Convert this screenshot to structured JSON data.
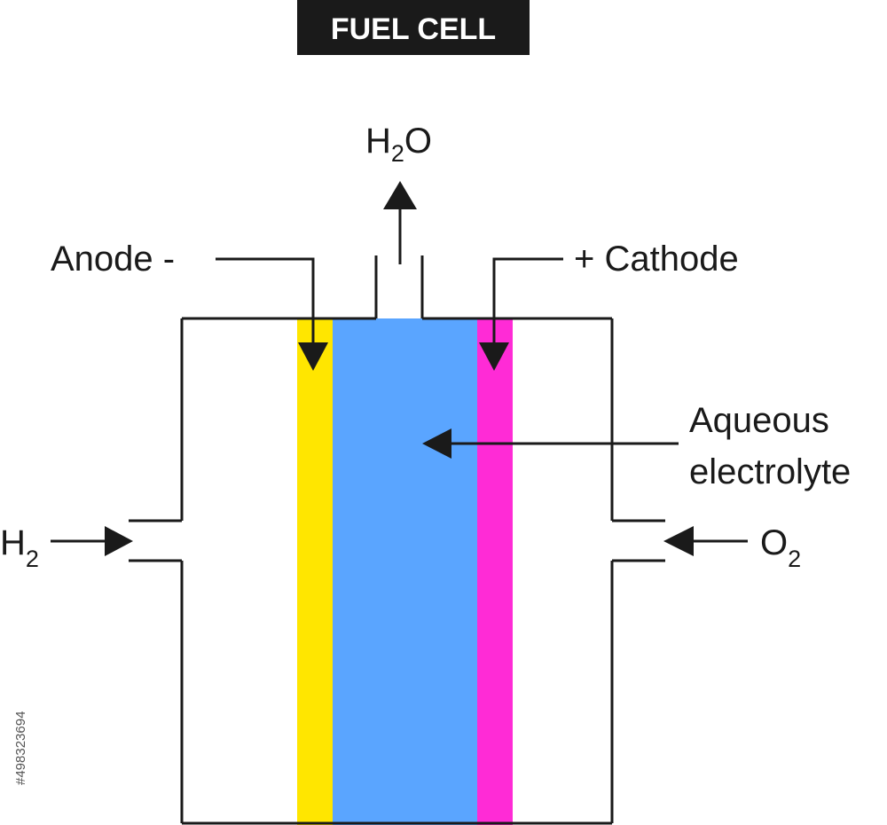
{
  "title": "FUEL CELL",
  "labels": {
    "product_main": "H",
    "product_sub": "2",
    "product_tail": "O",
    "anode": "Anode -",
    "cathode": "+ Cathode",
    "electrolyte_line1": "Aqueous",
    "electrolyte_line2": "electrolyte",
    "fuel_in_main": "H",
    "fuel_in_sub": "2",
    "oxidant_in_main": "O",
    "oxidant_in_sub": "2"
  },
  "stock_id": "#498323694",
  "colors": {
    "anode": "#FFE600",
    "electrolyte": "#5AA5FF",
    "cathode": "#FF2BD6",
    "outline": "#1a1a1a",
    "title_bg": "#1a1a1a"
  }
}
